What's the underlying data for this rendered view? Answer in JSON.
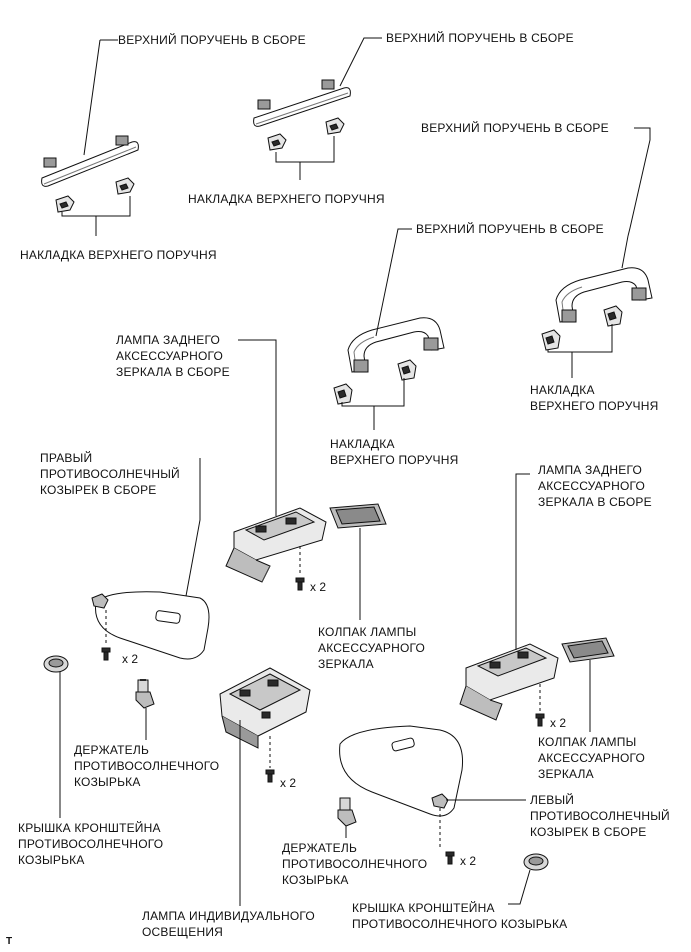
{
  "labels": {
    "grip_1": "ВЕРХНИЙ ПОРУЧЕНЬ В СБОРЕ",
    "grip_2": "ВЕРХНИЙ ПОРУЧЕНЬ В СБОРЕ",
    "grip_3": "ВЕРХНИЙ ПОРУЧЕНЬ В СБОРЕ",
    "grip_4": "ВЕРХНИЙ ПОРУЧЕНЬ В СБОРЕ",
    "grip_cover_1": "НАКЛАДКА ВЕРХНЕГО ПОРУЧНЯ",
    "grip_cover_2": "НАКЛАДКА ВЕРХНЕГО ПОРУЧНЯ",
    "grip_cover_3": [
      "НАКЛАДКА",
      "ВЕРХНЕГО ПОРУЧНЯ"
    ],
    "grip_cover_4": [
      "НАКЛАДКА",
      "ВЕРХНЕГО ПОРУЧНЯ"
    ],
    "mirror_lamp_1": [
      "ЛАМПА ЗАДНЕГО",
      "АКСЕССУАРНОГО",
      "ЗЕРКАЛА В СБОРЕ"
    ],
    "mirror_lamp_2": [
      "ЛАМПА ЗАДНЕГО",
      "АКСЕССУАРНОГО",
      "ЗЕРКАЛА В СБОРЕ"
    ],
    "visor_right": [
      "ПРАВЫЙ",
      "ПРОТИВОСОЛНЕЧНЫЙ",
      "КОЗЫРЕК В СБОРЕ"
    ],
    "visor_left": [
      "ЛЕВЫЙ",
      "ПРОТИВОСОЛНЕЧНЫЙ",
      "КОЗЫРЕК В СБОРЕ"
    ],
    "lamp_cover_1": [
      "КОЛПАК ЛАМПЫ",
      "АКСЕССУАРНОГО",
      "ЗЕРКАЛА"
    ],
    "lamp_cover_2": [
      "КОЛПАК ЛАМПЫ",
      "АКСЕССУАРНОГО",
      "ЗЕРКАЛА"
    ],
    "visor_holder_1": [
      "ДЕРЖАТЕЛЬ",
      "ПРОТИВОСОЛНЕЧНОГО",
      "КОЗЫРЬКА"
    ],
    "visor_holder_2": [
      "ДЕРЖАТЕЛЬ",
      "ПРОТИВОСОЛНЕЧНОГО",
      "КОЗЫРЬКА"
    ],
    "bracket_cover_1": [
      "КРЫШКА КРОНШТЕЙНА",
      "ПРОТИВОСОЛНЕЧНОГО",
      "КОЗЫРЬКА"
    ],
    "bracket_cover_2": [
      "КРЫШКА КРОНШТЕЙНА",
      "ПРОТИВОСОЛНЕЧНОГО КОЗЫРЬКА"
    ],
    "personal_lamp": [
      "ЛАМПА ИНДИВИДУАЛЬНОГО",
      "ОСВЕЩЕНИЯ"
    ]
  },
  "quantities": {
    "q1": "x 2",
    "q2": "x 2",
    "q3": "x 2",
    "q4": "x 2",
    "q5": "x 2"
  },
  "figure_code": "T",
  "colors": {
    "line": "#111111",
    "part_fill": "#ffffff",
    "part_shade": "#9a9a9a",
    "dark": "#2a2a2a"
  }
}
